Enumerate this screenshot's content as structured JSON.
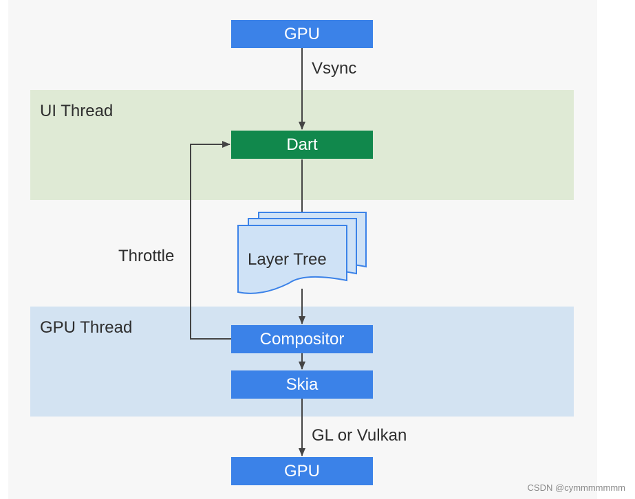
{
  "diagram": {
    "regions": {
      "ui_thread": "UI Thread",
      "gpu_thread": "GPU Thread"
    },
    "nodes": {
      "gpu_top": "GPU",
      "dart": "Dart",
      "layer_tree": "Layer Tree",
      "compositor": "Compositor",
      "skia": "Skia",
      "gpu_bottom": "GPU"
    },
    "edge_labels": {
      "vsync": "Vsync",
      "throttle": "Throttle",
      "gl_or_vulkan": "GL or Vulkan"
    },
    "colors": {
      "node_blue": "#3b82e8",
      "node_green": "#11884c",
      "ui_band": "#dfead5",
      "gpu_band": "#d3e3f2",
      "layer_fill": "#cfe2f6",
      "layer_stroke": "#3b82e8",
      "arrow": "#444444"
    }
  },
  "watermark": "CSDN @cymmmmmmm"
}
